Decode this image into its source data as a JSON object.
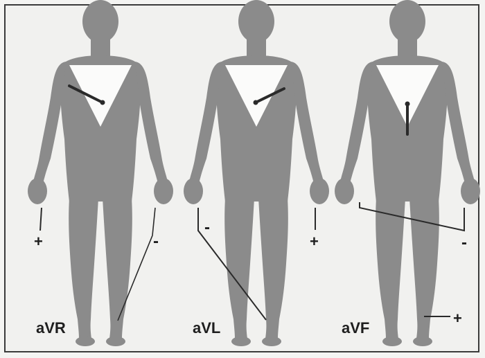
{
  "panels": [
    {
      "lead": "aVR",
      "pos_sign": "+",
      "neg_sign": "-"
    },
    {
      "lead": "aVL",
      "pos_sign": "+",
      "neg_sign": "-"
    },
    {
      "lead": "aVF",
      "pos_sign": "+",
      "neg_sign": "-"
    }
  ],
  "colors": {
    "body": "#8b8b8b",
    "triangle": "#fbfbfa",
    "wire": "#2a2a2a",
    "text": "#1e1e1e",
    "frame": "#3a3a3a",
    "background": "#f1f1ef"
  }
}
